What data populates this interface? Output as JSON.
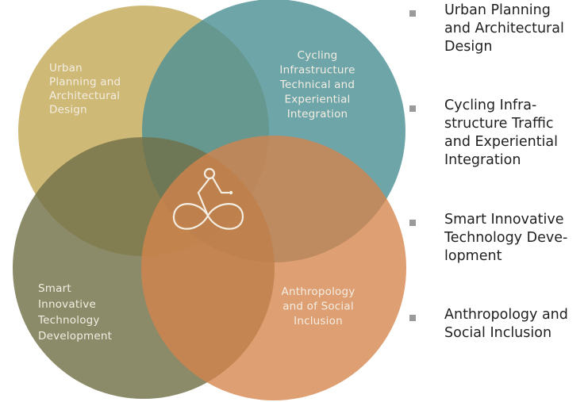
{
  "colors": {
    "urban": "#c7ad5f",
    "cycling": "#4e9196",
    "smart": "#717149",
    "anthropology": "#d5844c"
  },
  "circles": {
    "urban": "Urban\nPlanning and\nArchitectural\nDesign",
    "cycling": "Cycling\nInfrastructure\nTechnical and\nExperiential\nIntegration",
    "smart": "Smart\nInnovative\nTechnology\nDevelopment",
    "anthropology": "Anthropology\nand of Social\nInclusion"
  },
  "center_icon": "bicycle-infinity-icon",
  "legend": {
    "items": [
      {
        "label": "Urban Planning\nand Architectural\nDesign"
      },
      {
        "label": "Cycling Infra-\nstructure Traffic\nand Experiential\nIntegration"
      },
      {
        "label": "Smart Innovative\nTechnology Deve-\nlopment"
      },
      {
        "label": "Anthropology and\nSocial Inclusion"
      }
    ]
  }
}
